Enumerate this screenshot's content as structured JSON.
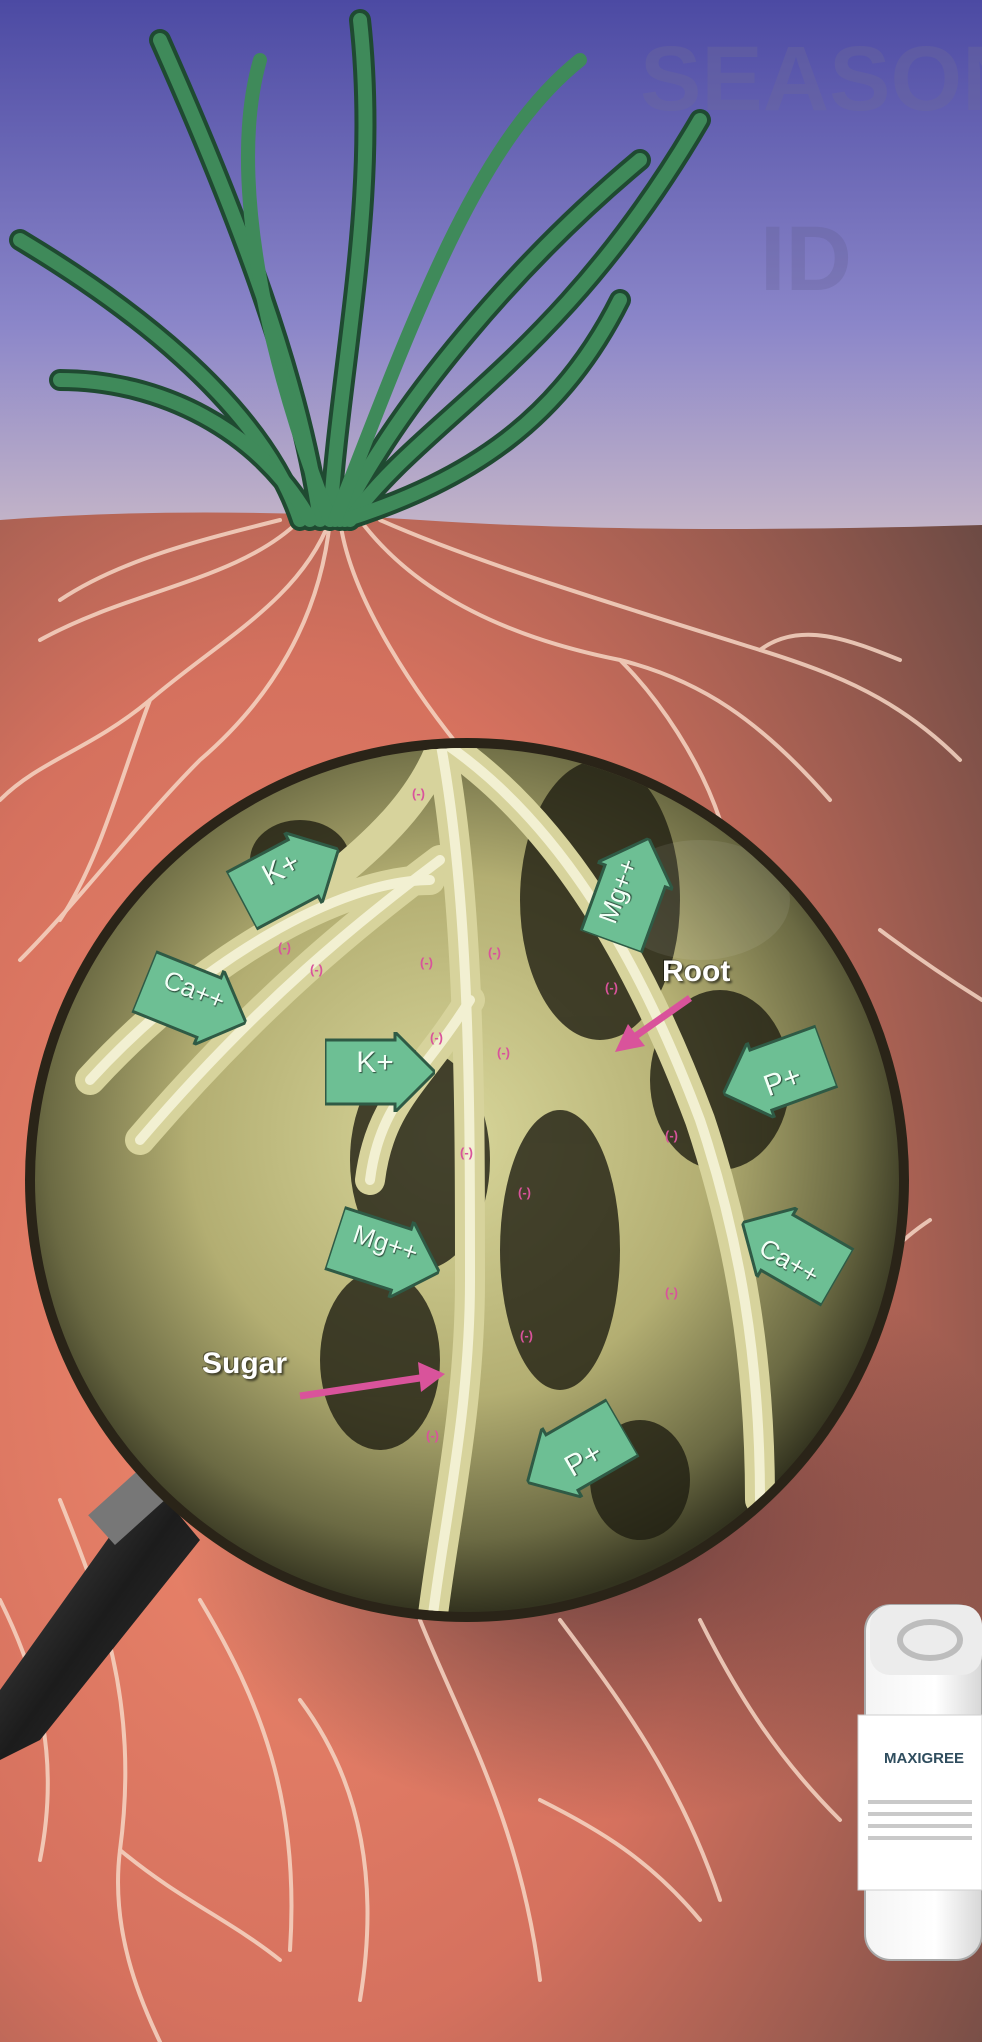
{
  "illustration": {
    "root_label": "Root",
    "sugar_label": "Sugar",
    "ions": [
      {
        "text": "K+"
      },
      {
        "text": "Mg++"
      },
      {
        "text": "Ca++"
      },
      {
        "text": "K+"
      },
      {
        "text": "P+"
      },
      {
        "text": "Ca++"
      },
      {
        "text": "Mg++"
      },
      {
        "text": "P+"
      }
    ],
    "charge_marker": "(-)",
    "bottle_brand": "MAXIGREE"
  },
  "colors": {
    "sky_top": "#4d4aa6",
    "sky_mid": "#8b84c7",
    "soil_light": "#e9806a",
    "soil_dark": "#6d4a42",
    "ion_arrow": "#6dbf94",
    "pointer_arrow": "#d9539b",
    "grass": "#2f6b46"
  }
}
